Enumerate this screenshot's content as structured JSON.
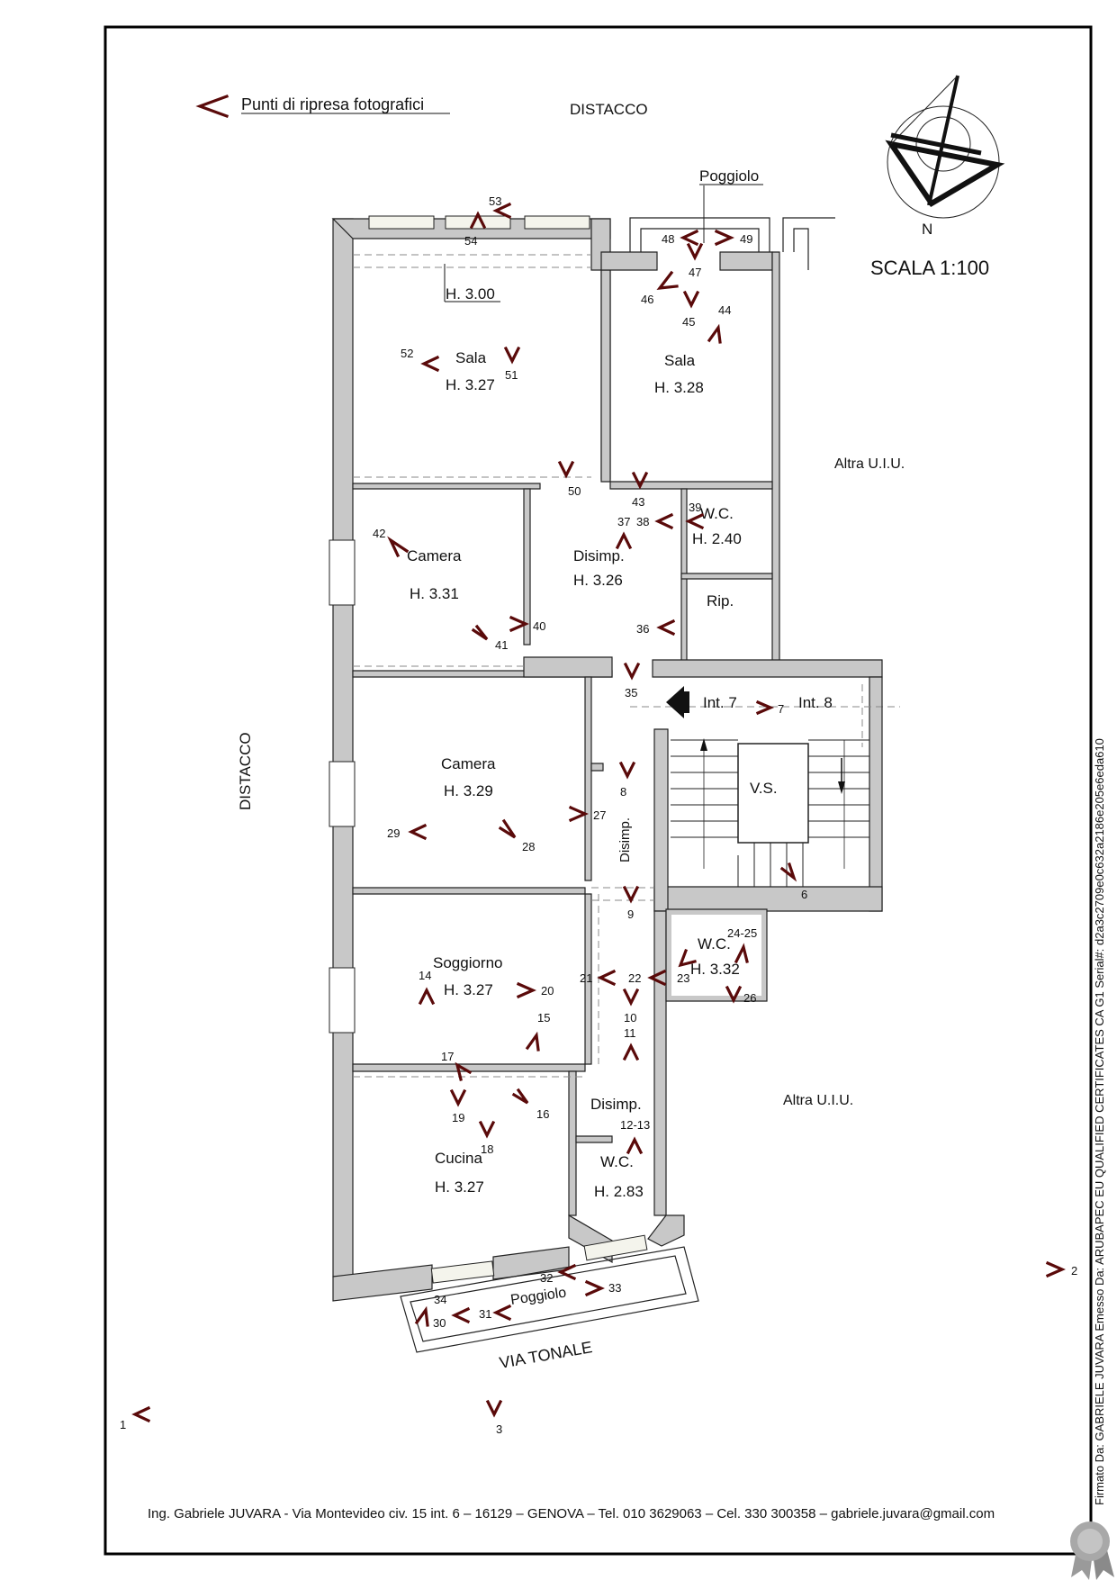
{
  "legend": {
    "label": "Punti di ripresa fotografici"
  },
  "labels": {
    "distacco_top": "DISTACCO",
    "distacco_left": "DISTACCO",
    "poggiolo_top": "Poggiolo",
    "poggiolo_bottom": "Poggiolo",
    "scala": "SCALA 1:100",
    "north": "N",
    "altra_uiu_1": "Altra U.I.U.",
    "altra_uiu_2": "Altra U.I.U.",
    "via": "VIA   TONALE",
    "int7": "Int. 7",
    "int8": "Int. 8",
    "vs": "V.S.",
    "disimp_vertical": "Disimp."
  },
  "rooms": [
    {
      "name": "Sala",
      "height": "H. 3.27"
    },
    {
      "name": "Sala",
      "height": "H. 3.28"
    },
    {
      "name": "H. 3.00"
    },
    {
      "name": "Camera",
      "height": "H. 3.31"
    },
    {
      "name": "Disimp.",
      "height": "H. 3.26"
    },
    {
      "name": "W.C.",
      "height": "H. 2.40"
    },
    {
      "name": "Rip."
    },
    {
      "name": "Camera",
      "height": "H. 3.29"
    },
    {
      "name": "Soggiorno",
      "height": "H. 3.27"
    },
    {
      "name": "W.C.",
      "height": "H. 3.32"
    },
    {
      "name": "Disimp."
    },
    {
      "name": "Cucina",
      "height": "H. 3.27"
    },
    {
      "name": "W.C.",
      "height": "H. 2.83"
    }
  ],
  "photo_points": [
    "1",
    "2",
    "3",
    "6",
    "7",
    "8",
    "9",
    "10",
    "11",
    "12-13",
    "14",
    "15",
    "16",
    "17",
    "18",
    "19",
    "20",
    "21",
    "22",
    "23",
    "24-25",
    "26",
    "27",
    "28",
    "29",
    "30",
    "31",
    "32",
    "33",
    "34",
    "35",
    "36",
    "37",
    "38",
    "39",
    "40",
    "41",
    "42",
    "43",
    "44",
    "45",
    "46",
    "47",
    "48",
    "49",
    "50",
    "51",
    "52",
    "53",
    "54"
  ],
  "footer": "Ing. Gabriele JUVARA - Via Montevideo civ. 15 int. 6 – 16129 – GENOVA – Tel. 010 3629063 – Cel. 330 300358 – gabriele.juvara@gmail.com",
  "signature": "Firmato Da: GABRIELE JUVARA Emesso Da: ARUBAPEC EU QUALIFIED CERTIFICATES CA G1 Serial#: d2a3c2709e0c632a2186e205e6eda610",
  "colors": {
    "marker": "#5a0a0a",
    "wall": "#c8c8c8",
    "ink": "#111111"
  }
}
